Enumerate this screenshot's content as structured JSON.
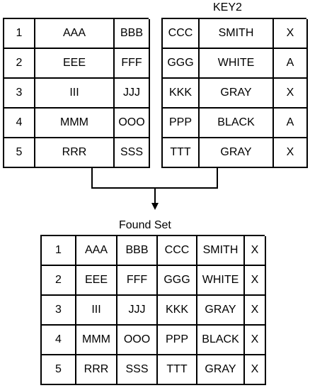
{
  "labels": {
    "key2": "KEY2",
    "found_set": "Found Set"
  },
  "left_table": {
    "rows": [
      [
        "1",
        "AAA",
        "BBB"
      ],
      [
        "2",
        "EEE",
        "FFF"
      ],
      [
        "3",
        "III",
        "JJJ"
      ],
      [
        "4",
        "MMM",
        "OOO"
      ],
      [
        "5",
        "RRR",
        "SSS"
      ]
    ]
  },
  "right_table": {
    "rows": [
      [
        "CCC",
        "SMITH",
        "X"
      ],
      [
        "GGG",
        "WHITE",
        "A"
      ],
      [
        "KKK",
        "GRAY",
        "X"
      ],
      [
        "PPP",
        "BLACK",
        "A"
      ],
      [
        "TTT",
        "GRAY",
        "X"
      ]
    ]
  },
  "found_table": {
    "rows": [
      [
        "1",
        "AAA",
        "BBB",
        "CCC",
        "SMITH",
        "X"
      ],
      [
        "2",
        "EEE",
        "FFF",
        "GGG",
        "WHITE",
        "X"
      ],
      [
        "3",
        "III",
        "JJJ",
        "KKK",
        "GRAY",
        "X"
      ],
      [
        "4",
        "MMM",
        "OOO",
        "PPP",
        "BLACK",
        "X"
      ],
      [
        "5",
        "RRR",
        "SSS",
        "TTT",
        "GRAY",
        "X"
      ]
    ]
  },
  "colors": {
    "line": "#000000",
    "background": "#ffffff"
  }
}
